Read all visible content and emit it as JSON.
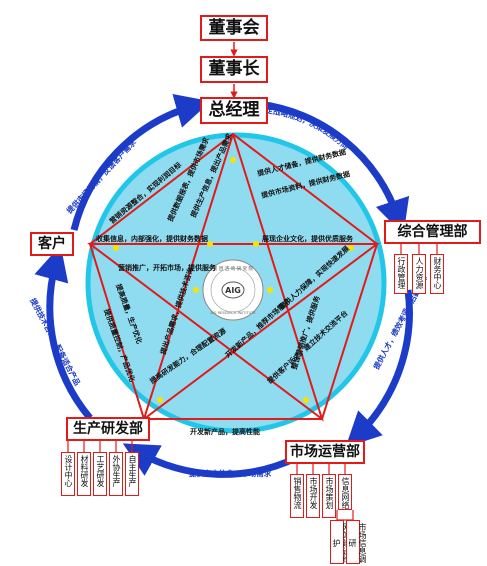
{
  "nodes": {
    "board": "董事会",
    "chairman": "董事长",
    "gm": "总经理",
    "admin": "综合管理部",
    "customer": "客户",
    "rnd": "生产研发部",
    "market": "市场运营部"
  },
  "admin_subs": [
    "行政管理",
    "人力资源",
    "财务中心"
  ],
  "rnd_subs": [
    "设计中心",
    "材料研发",
    "工艺研发",
    "外协生产",
    "自主生产"
  ],
  "market_subs": [
    "销售物流",
    "市场开发",
    "市场策划",
    "信息网络"
  ],
  "market_sub_subs": [
    "网站建设维护",
    "市场信息调研"
  ],
  "outer_arcs": {
    "top_right": "拟定战略规划，决策发展方向",
    "right": "提供人才，绩效考评，后勤保障",
    "bottom": "提供客户信息、市场需求",
    "left": "提供技术咨询，配备适合产品",
    "top_left": "提供市场行情，反馈客户需求"
  },
  "inner_labels": [
    "提供人才储备，提供财务数据",
    "提供市场资料，提供财务数据",
    "展现企业文化，提供优质服务",
    "收集信息，内部强化，提供财务数据",
    "提供数据报表，提供市场需求",
    "提供生产信息，提出产品需求",
    "营销推广，开拓市场，提供服务",
    "提供人力保障，实现快速发展",
    "提高质量，生产优化",
    "提高研发能力，合理配置资源",
    "提供客户诉求，建立技术交流平台",
    "开发新产品，提高性能",
    "提供质量控制，产品优化",
    "开发新产品，推荐市场需求",
    "提出产品需求，提供技术咨询",
    "整合营销推广，提供服务",
    "营销资源整合，实现利润目标"
  ],
  "logo": {
    "abbr": "AIG",
    "cn": "爱 因 咨 询 研 究 院",
    "en": "AIG RESEARCH INSTITUTE"
  }
}
